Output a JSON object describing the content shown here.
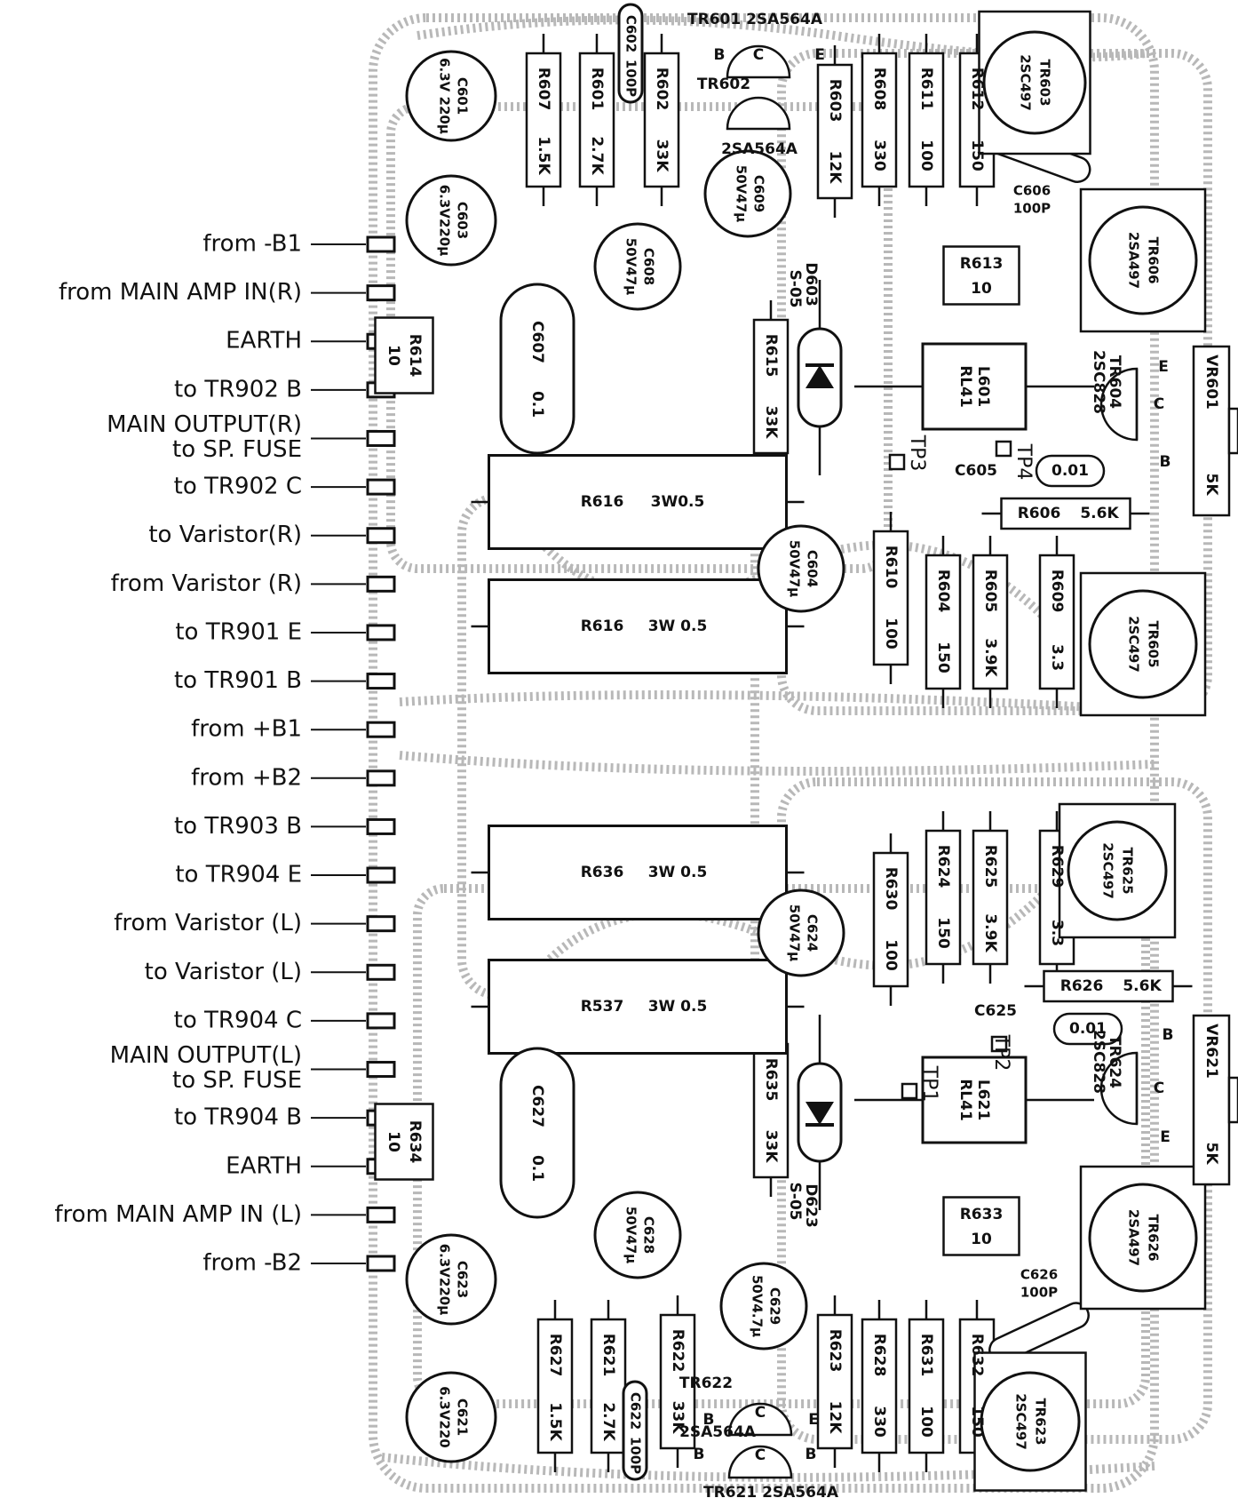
{
  "connectors": [
    {
      "label": "from -B1"
    },
    {
      "label": "from MAIN AMP IN(R)"
    },
    {
      "label": "EARTH"
    },
    {
      "label": "to TR902 B"
    },
    {
      "label": "MAIN OUTPUT(R)",
      "label2": "to SP. FUSE"
    },
    {
      "label": "to TR902 C"
    },
    {
      "label": "to Varistor(R)"
    },
    {
      "label": "from Varistor (R)"
    },
    {
      "label": "to TR901 E"
    },
    {
      "label": "to TR901 B"
    },
    {
      "label": "from +B1"
    },
    {
      "label": "from +B2"
    },
    {
      "label": "to TR903 B"
    },
    {
      "label": "to TR904 E"
    },
    {
      "label": "from Varistor (L)"
    },
    {
      "label": "to Varistor (L)"
    },
    {
      "label": "to TR904 C"
    },
    {
      "label": "MAIN OUTPUT(L)",
      "label2": "to SP. FUSE"
    },
    {
      "label": "to TR904 B"
    },
    {
      "label": "EARTH"
    },
    {
      "label": "from MAIN AMP IN (L)"
    },
    {
      "label": "from -B2"
    }
  ],
  "resistors": [
    {
      "name": "R607",
      "value": "1.5K"
    },
    {
      "name": "R601",
      "value": "2.7K"
    },
    {
      "name": "R602",
      "value": "33K"
    },
    {
      "name": "R603",
      "value": "12K"
    },
    {
      "name": "R608",
      "value": "330"
    },
    {
      "name": "R611",
      "value": "100"
    },
    {
      "name": "R612",
      "value": "150"
    },
    {
      "name": "R615",
      "value": "33K"
    },
    {
      "name": "R610",
      "value": "100"
    },
    {
      "name": "R604",
      "value": "150"
    },
    {
      "name": "R605",
      "value": "3.9K"
    },
    {
      "name": "R609",
      "value": "3.3"
    },
    {
      "name": "R630",
      "value": "100"
    },
    {
      "name": "R624",
      "value": "150"
    },
    {
      "name": "R625",
      "value": "3.9K"
    },
    {
      "name": "R629",
      "value": "3.3"
    },
    {
      "name": "R635",
      "value": "33K"
    },
    {
      "name": "R627",
      "value": "1.5K"
    },
    {
      "name": "R621",
      "value": "2.7K"
    },
    {
      "name": "R622",
      "value": "33K"
    },
    {
      "name": "R623",
      "value": "12K"
    },
    {
      "name": "R628",
      "value": "330"
    },
    {
      "name": "R631",
      "value": "100"
    },
    {
      "name": "R632",
      "value": "150"
    }
  ],
  "horizontal_resistors": [
    {
      "name": "R606",
      "value": "5.6K"
    },
    {
      "name": "R626",
      "value": "5.6K"
    }
  ],
  "boxed_resistors": [
    {
      "name": "R614",
      "value": "10"
    },
    {
      "name": "R613",
      "value": "10"
    },
    {
      "name": "R634",
      "value": "10"
    },
    {
      "name": "R633",
      "value": "10"
    }
  ],
  "power_resistors": [
    {
      "name": "R616",
      "value": "3W0.5"
    },
    {
      "name": "R616",
      "value": "3W 0.5"
    },
    {
      "name": "R636",
      "value": "3W 0.5"
    },
    {
      "name": "R537",
      "value": "3W 0.5"
    }
  ],
  "caps_round": [
    {
      "name": "C601",
      "value": "6.3V 220μ"
    },
    {
      "name": "C603",
      "value": "6.3V220μ"
    },
    {
      "name": "C608",
      "value": "50V47μ"
    },
    {
      "name": "C609",
      "value": "50V47μ"
    },
    {
      "name": "C604",
      "value": "50V47μ"
    },
    {
      "name": "C624",
      "value": "50V47μ"
    },
    {
      "name": "C628",
      "value": "50V47μ"
    },
    {
      "name": "C629",
      "value": "50V4.7μ"
    },
    {
      "name": "C623",
      "value": "6.3V220μ"
    },
    {
      "name": "C621",
      "value": "6.3V220"
    }
  ],
  "caps_oval": [
    {
      "name": "C607",
      "value": "0.1"
    },
    {
      "name": "C627",
      "value": "0.1"
    },
    {
      "name": "C602",
      "value": "100P"
    },
    {
      "name": "C622",
      "value": "100P"
    }
  ],
  "small_caps": [
    {
      "name": "C605",
      "value": "0.01"
    },
    {
      "name": "C625",
      "value": "0.01"
    },
    {
      "name": "C606",
      "value": "100P"
    },
    {
      "name": "C626",
      "value": "100P"
    }
  ],
  "power_transistors": [
    {
      "name": "TR603",
      "part": "2SC497"
    },
    {
      "name": "TR606",
      "part": "2SA497"
    },
    {
      "name": "TR605",
      "part": "2SC497"
    },
    {
      "name": "TR625",
      "part": "2SC497"
    },
    {
      "name": "TR626",
      "part": "2SA497"
    },
    {
      "name": "TR623",
      "part": "2SC497"
    }
  ],
  "small_transistors": [
    {
      "label": "TR601  2SA564A"
    },
    {
      "label": "TR602"
    },
    {
      "label": "2SA564A"
    },
    {
      "label": "TR604",
      "part": "2SC828"
    },
    {
      "label": "TR624",
      "part": "2SC828"
    },
    {
      "label": "TR622"
    },
    {
      "label": "2SA564A"
    },
    {
      "label": "TR621  2SA564A"
    }
  ],
  "pins": {
    "b": "B",
    "c": "C",
    "e": "E"
  },
  "coils": [
    {
      "name": "L601",
      "value": "RL41"
    },
    {
      "name": "L621",
      "value": "RL41"
    }
  ],
  "diodes": [
    {
      "name": "D603",
      "part": "S-05"
    },
    {
      "name": "D623",
      "part": "S-05"
    }
  ],
  "vrs": [
    {
      "name": "VR601",
      "value": "5K"
    },
    {
      "name": "VR621",
      "value": "5K"
    }
  ],
  "test_points": [
    {
      "label": "TP3"
    },
    {
      "label": "TP4"
    },
    {
      "label": "TP1"
    },
    {
      "label": "TP2"
    }
  ]
}
